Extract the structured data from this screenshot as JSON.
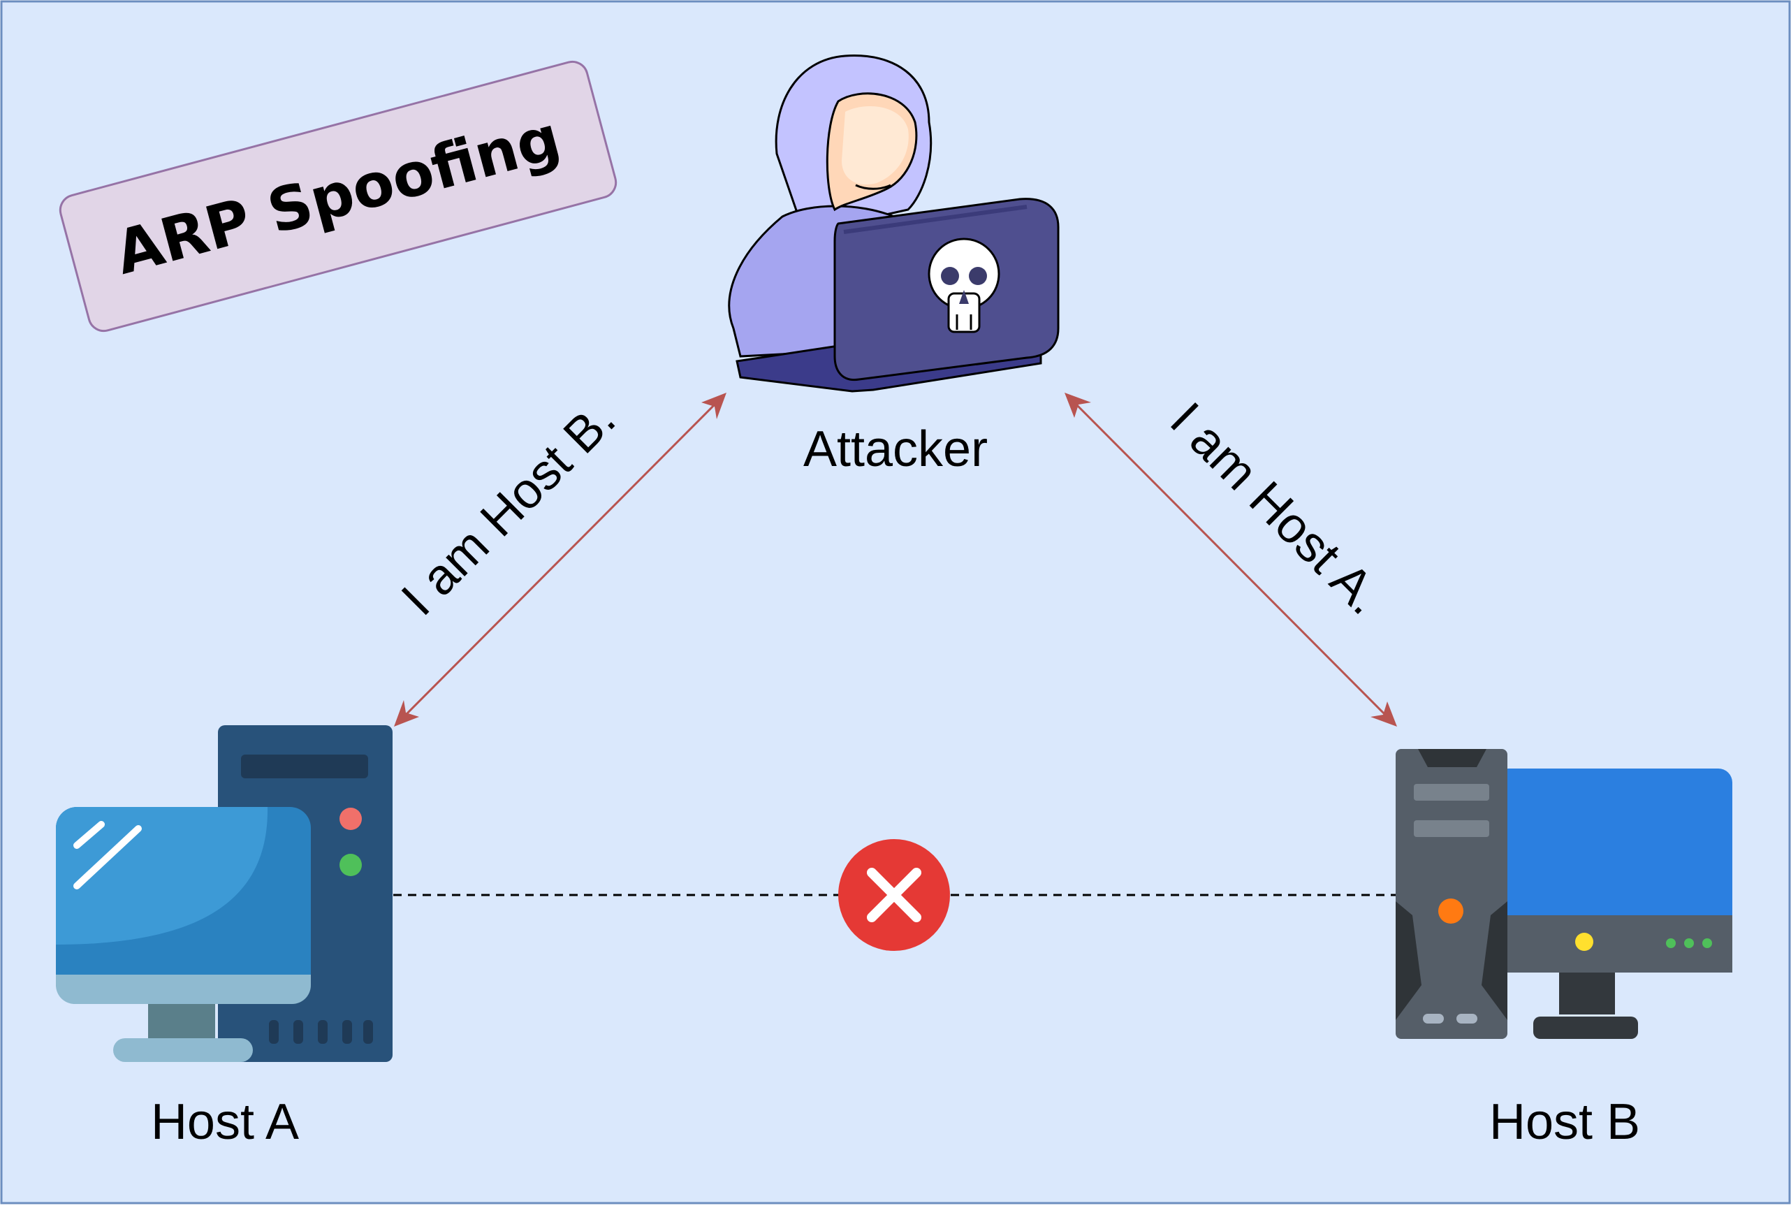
{
  "title": "ARP Spoofing",
  "nodes": {
    "attacker": {
      "label": "Attacker"
    },
    "host_a": {
      "label": "Host A"
    },
    "host_b": {
      "label": "Host B"
    }
  },
  "messages": {
    "to_host_a": "I am Host B.",
    "to_host_b": "I am Host A."
  },
  "colors": {
    "background": "#dae8fc",
    "border": "#6c8ebf",
    "title_box_fill": "#e1d5e7",
    "title_box_stroke": "#9673a6",
    "arrow": "#b85450",
    "blocked_link": "#000000",
    "blocked_icon": "#e53935"
  },
  "icons": {
    "attacker": "hooded-hacker-with-laptop-icon",
    "host_a": "desktop-computer-icon",
    "host_b": "desktop-computer-icon",
    "blocked": "red-x-circle-icon"
  }
}
